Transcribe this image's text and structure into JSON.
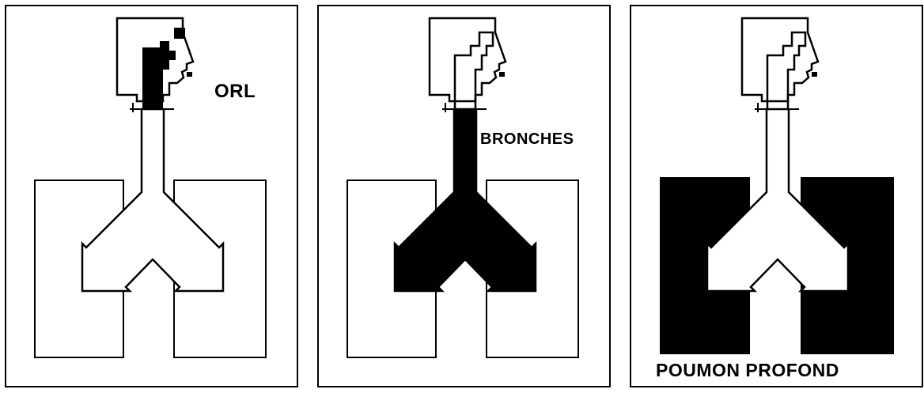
{
  "panels": [
    {
      "id": "orl",
      "label": "ORL",
      "highlight": "upper-airways"
    },
    {
      "id": "bronches",
      "label": "BRONCHES",
      "highlight": "bronchi"
    },
    {
      "id": "poumon-profond",
      "label": "POUMON PROFOND",
      "highlight": "deep-lung"
    }
  ],
  "colors": {
    "ink": "#000000",
    "paper": "#ffffff"
  }
}
